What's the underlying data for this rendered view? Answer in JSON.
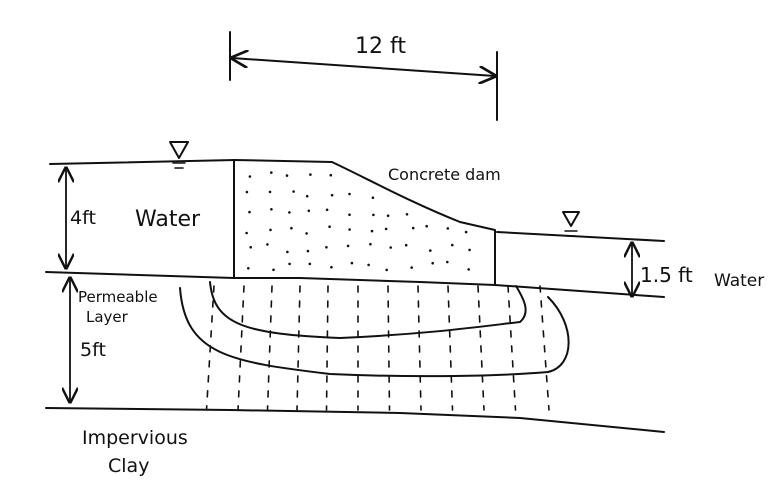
{
  "labels": {
    "width_dim": "12 ft",
    "concrete_dam": "Concrete dam",
    "upstream_depth": "4ft",
    "upstream_water": "Water",
    "downstream_depth": "1.5 ft",
    "downstream_water": "Water",
    "permeable_line1": "Permeable",
    "permeable_line2": "Layer",
    "permeable_depth": "5ft",
    "impervious_line1": "Impervious",
    "impervious_line2": "Clay"
  },
  "colors": {
    "ink": "#111111",
    "background": "#ffffff"
  },
  "icons": {
    "water_level_marker": "inverted-triangle-water-surface-symbol"
  }
}
